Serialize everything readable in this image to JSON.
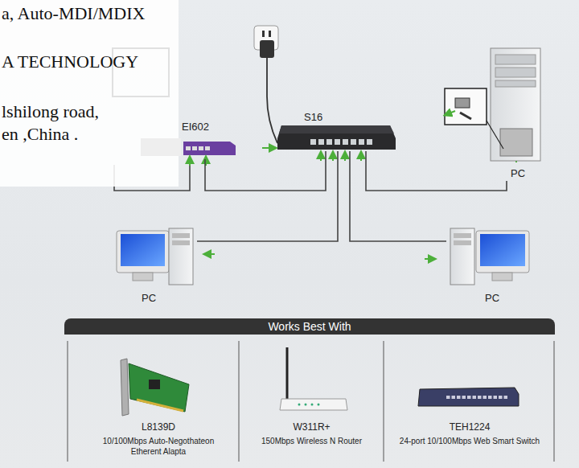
{
  "diagram": {
    "nodes": [
      {
        "text": [
          "S16"
        ]
      },
      {
        "text": [
          "EI602"
        ]
      },
      {
        "text": [
          "PC"
        ]
      },
      {
        "text": [
          "PC"
        ]
      },
      {
        "text": [
          "PC"
        ]
      },
      {
        "text": [
          "Works Best With"
        ]
      },
      {
        "text": [
          "L8139D",
          "10/100Mbps Auto-Negothateon Etherent Alapta"
        ]
      },
      {
        "text": [
          "W311R+",
          "150Mbps Wireless N Router"
        ]
      },
      {
        "text": [
          "TEH1224",
          "24-port 10/100Mbps Web Smart Switch"
        ]
      }
    ],
    "edges": [
      {
        "from": 0,
        "to": 1,
        "arrow": "none"
      },
      {
        "from": 0,
        "to": 2,
        "arrow": "none"
      },
      {
        "from": 0,
        "to": 3,
        "arrow": "none"
      },
      {
        "from": 0,
        "to": 4,
        "arrow": "none"
      }
    ],
    "labels": [
      "a, Auto-MDI/MDIX",
      "A TECHNOLOGY",
      "lshilong road,",
      "en ,China ."
    ]
  }
}
